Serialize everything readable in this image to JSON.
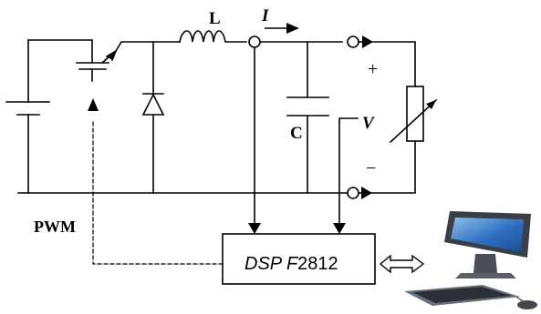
{
  "labels": {
    "inductor": "L",
    "current": "I",
    "capacitor": "C",
    "voltage": "V",
    "plus": "+",
    "minus": "−",
    "pwm": "PWM",
    "dsp_first": "DSP F",
    "dsp_second": "2812"
  },
  "icons": {
    "computer": "desktop-computer-icon",
    "link": "double-arrow-icon"
  },
  "colors": {
    "stroke": "#000000",
    "monitor_frame": "#3a3f47",
    "screen": "#2f6fc0",
    "screen_light": "#8fc0ee"
  }
}
